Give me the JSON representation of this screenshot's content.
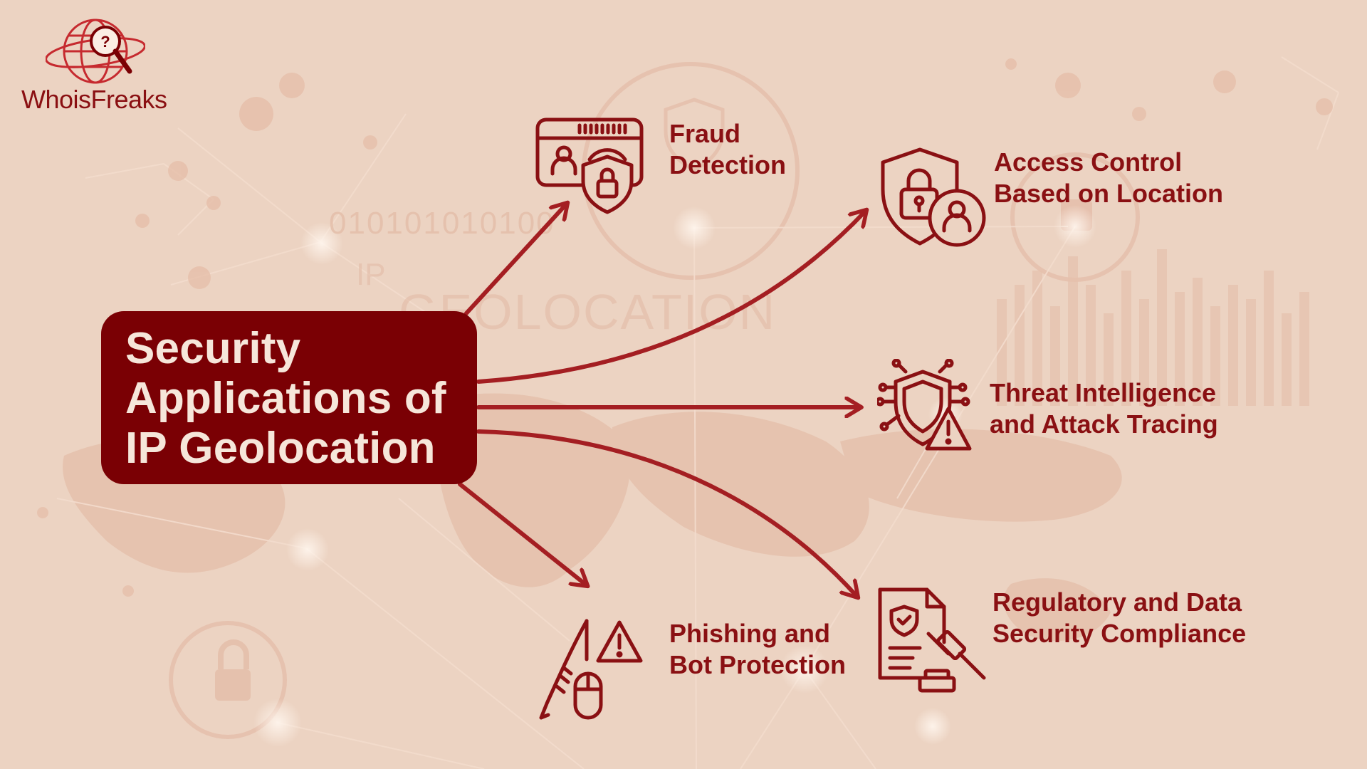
{
  "logo": {
    "text": "WhoisFreaks",
    "mark": "globe-question-magnifier-icon"
  },
  "title": {
    "lines": [
      "Security",
      "Applications of",
      "IP Geolocation"
    ]
  },
  "background": {
    "binary_text": "010101010100",
    "watermark_text": "GEOLOCATION",
    "watermark_prefix": "IP"
  },
  "items": [
    {
      "id": "fraud",
      "lines": [
        "Fraud",
        "Detection"
      ],
      "icon": "id-card-lock-icon"
    },
    {
      "id": "access",
      "lines": [
        "Access Control",
        "Based on Location"
      ],
      "icon": "shield-lock-user-icon"
    },
    {
      "id": "threat",
      "lines": [
        "Threat Intelligence",
        "and Attack Tracing"
      ],
      "icon": "shield-circuit-warning-icon"
    },
    {
      "id": "phishing",
      "lines": [
        "Phishing and",
        "Bot Protection"
      ],
      "icon": "fishing-hook-mouse-warning-icon"
    },
    {
      "id": "compliance",
      "lines": [
        "Regulatory and Data",
        "Security Compliance"
      ],
      "icon": "document-shield-gavel-icon"
    }
  ],
  "colors": {
    "background": "#ecd3c2",
    "primary": "#7a0004",
    "accent": "#a41e22",
    "title_text": "#f6e6da"
  }
}
